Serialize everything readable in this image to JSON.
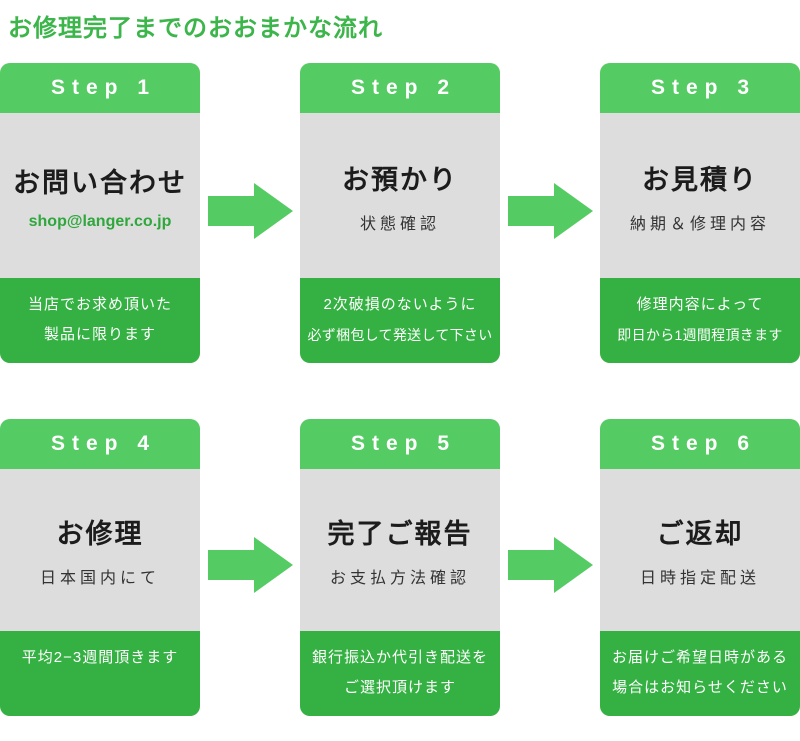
{
  "page": {
    "title": "お修理完了までのおおまかな流れ"
  },
  "colors": {
    "page_bg": "#ffffff",
    "header_green": "#55CB63",
    "footer_green": "#35B143",
    "accent_green": "#3CB54A",
    "email_green": "#2FA73C",
    "arrow_green": "#55CB63",
    "body_gray": "#DDDDDD",
    "text_dark": "#1C1C1C",
    "subtext": "#333333",
    "white": "#ffffff"
  },
  "steps": [
    {
      "badge": "Step 1",
      "title": "お問い合わせ",
      "subtitle": "shop@langer.co.jp",
      "footer_lines": [
        "当店でお求め頂いた",
        "製品に限ります"
      ]
    },
    {
      "badge": "Step 2",
      "title": "お預かり",
      "subtitle": "状態確認",
      "footer_lines": [
        "2次破損のないように",
        "必ず梱包して発送して下さい"
      ]
    },
    {
      "badge": "Step 3",
      "title": "お見積り",
      "subtitle": "納期＆修理内容",
      "footer_lines": [
        "修理内容によって",
        "即日から1週間程頂きます"
      ]
    },
    {
      "badge": "Step 4",
      "title": "お修理",
      "subtitle": "日本国内にて",
      "footer_lines": [
        "平均2−3週間頂きます"
      ]
    },
    {
      "badge": "Step 5",
      "title": "完了ご報告",
      "subtitle": "お支払方法確認",
      "footer_lines": [
        "銀行振込か代引き配送を",
        "ご選択頂けます"
      ]
    },
    {
      "badge": "Step 6",
      "title": "ご返却",
      "subtitle": "日時指定配送",
      "footer_lines": [
        "お届けご希望日時がある",
        "場合はお知らせください"
      ]
    }
  ],
  "icons": {
    "arrow": "right-arrow"
  }
}
